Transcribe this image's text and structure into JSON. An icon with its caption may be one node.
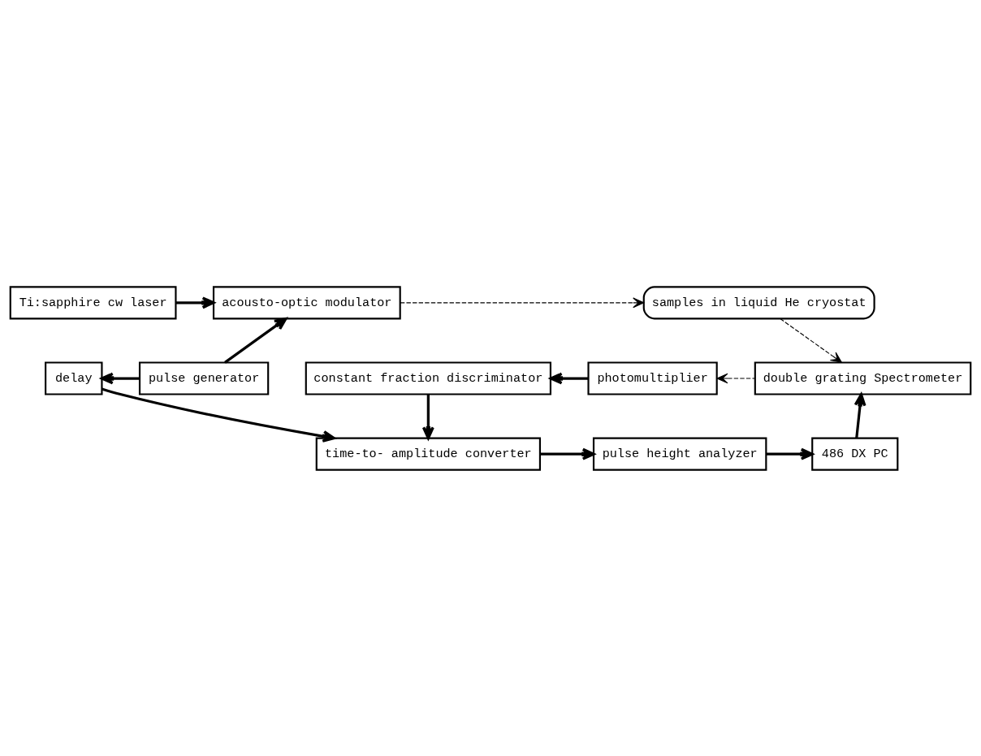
{
  "diagram": {
    "nodes": [
      {
        "text": [
          "Ti:sapphire cw laser"
        ]
      },
      {
        "text": [
          "acousto-optic modulator"
        ]
      },
      {
        "text": [
          "samples in liquid He cryostat"
        ]
      },
      {
        "text": [
          "delay"
        ]
      },
      {
        "text": [
          "pulse generator"
        ]
      },
      {
        "text": [
          "double grating Spectrometer"
        ]
      },
      {
        "text": [
          "constant fraction discriminator"
        ]
      },
      {
        "text": [
          "photomultiplier"
        ]
      },
      {
        "text": [
          "time-to- amplitude converter"
        ]
      },
      {
        "text": [
          "pulse height analyzer"
        ]
      },
      {
        "text": [
          "486 DX PC"
        ]
      }
    ],
    "edges": [
      {
        "from": 0,
        "to": 1,
        "arrow": "to"
      },
      {
        "from": 1,
        "to": 2,
        "arrow": "to",
        "style": "dashed"
      },
      {
        "from": 4,
        "to": 1,
        "arrow": "to"
      },
      {
        "from": 4,
        "to": 3,
        "arrow": "to"
      },
      {
        "from": 2,
        "to": 5,
        "arrow": "to",
        "style": "dashed"
      },
      {
        "from": 5,
        "to": 7,
        "arrow": "to",
        "style": "dashed"
      },
      {
        "from": 7,
        "to": 6,
        "arrow": "to"
      },
      {
        "from": 3,
        "to": 8,
        "arrow": "to"
      },
      {
        "from": 6,
        "to": 8,
        "arrow": "to"
      },
      {
        "from": 8,
        "to": 9,
        "arrow": "to"
      },
      {
        "from": 9,
        "to": 10,
        "arrow": "to"
      },
      {
        "from": 10,
        "to": 5,
        "arrow": "to"
      }
    ]
  }
}
